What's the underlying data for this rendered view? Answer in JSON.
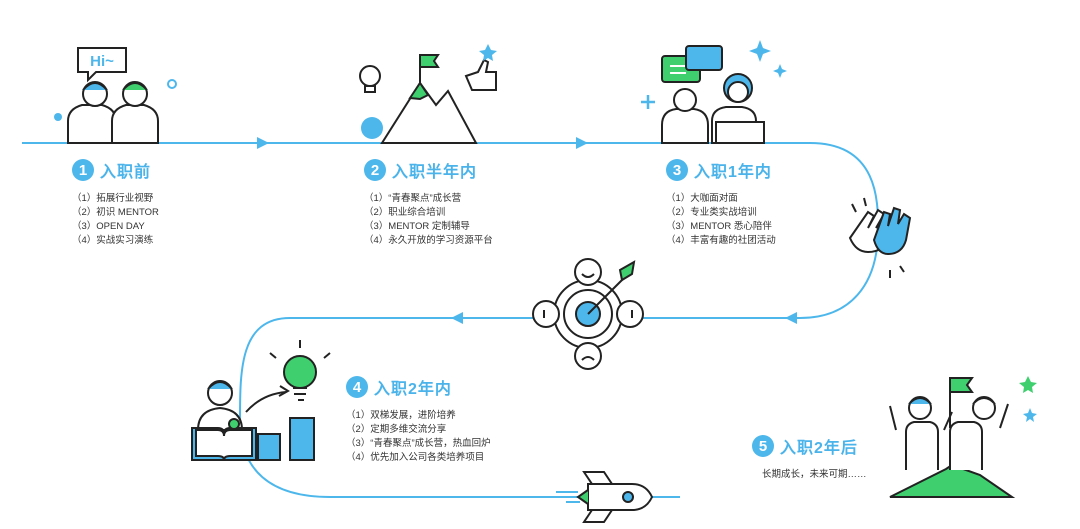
{
  "greeting": "Hi~",
  "stages": [
    {
      "num": "1",
      "title": "入职前",
      "items": [
        "（1）拓展行业视野",
        "（2）初识 MENTOR",
        "（3）OPEN DAY",
        "（4）实战实习演练"
      ]
    },
    {
      "num": "2",
      "title": "入职半年内",
      "items": [
        "（1）“青春聚点”成长营",
        "（2）职业综合培训",
        "（3）MENTOR 定制辅导",
        "（4）永久开放的学习资源平台"
      ]
    },
    {
      "num": "3",
      "title": "入职1年内",
      "items": [
        "（1）大咖面对面",
        "（2）专业类实战培训",
        "（3）MENTOR 悉心陪伴",
        "（4）丰富有趣的社团活动"
      ]
    },
    {
      "num": "4",
      "title": "入职2年内",
      "items": [
        "（1）双梯发展，进阶培养",
        "（2）定期多维交流分享",
        "（3）“青春聚点”成长营，热血回炉",
        "（4）优先加入公司各类培养项目"
      ]
    },
    {
      "num": "5",
      "title": "入职2年后",
      "text": "长期成长，未来可期……"
    }
  ],
  "colors": {
    "path": "#4db7ec",
    "accent": "#49b3ea",
    "green": "#3fcf6e",
    "outline": "#222222",
    "skin": "#ffffff"
  },
  "icons": [
    "greeting-people-icon",
    "mountain-flag-icon",
    "mentor-chat-icon",
    "high-five-icon",
    "target-icon",
    "reader-bulb-icon",
    "rocket-icon",
    "team-celebration-icon"
  ]
}
